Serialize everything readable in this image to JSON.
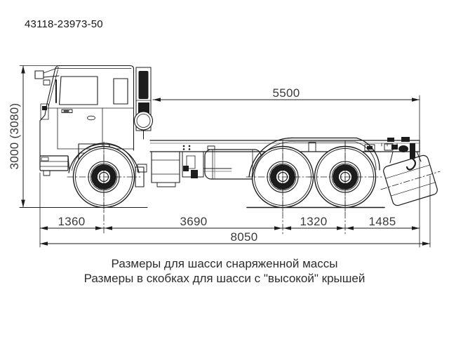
{
  "title": "43118-23973-50",
  "dimensions": {
    "cab_to_rear": "5500",
    "height": "3000 (3080)",
    "front_overhang": "1360",
    "wheelbase": "3690",
    "bogie_spacing": "1320",
    "rear_overhang": "1485",
    "total_length": "8050"
  },
  "caption": {
    "line1": "Размеры для шасси снаряженной массы",
    "line2": "Размеры в скобках для шасси с \"высокой\" крышей"
  },
  "colors": {
    "ink": "#1c1c1c",
    "dim_text": "#3a3a3a",
    "background": "#ffffff"
  }
}
